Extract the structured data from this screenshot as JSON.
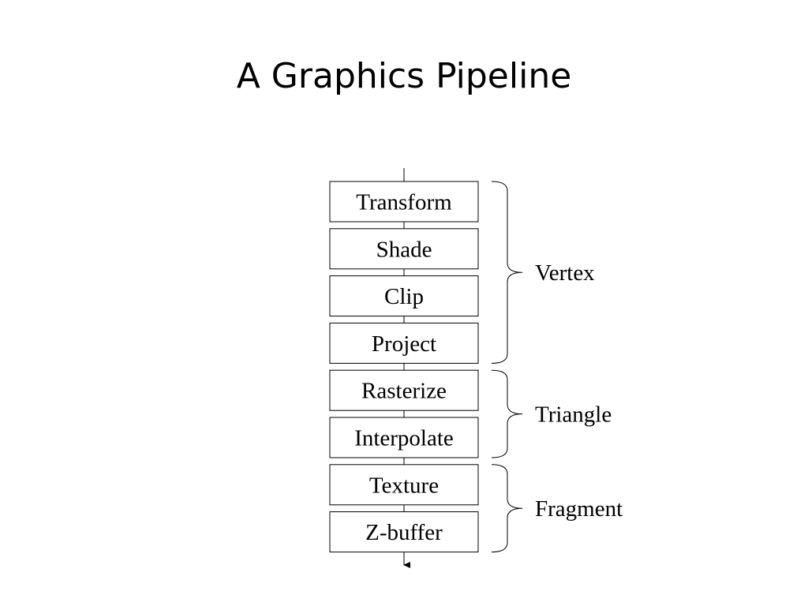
{
  "title": "A Graphics Pipeline",
  "stages": [
    {
      "label": "Transform"
    },
    {
      "label": "Shade"
    },
    {
      "label": "Clip"
    },
    {
      "label": "Project"
    },
    {
      "label": "Rasterize"
    },
    {
      "label": "Interpolate"
    },
    {
      "label": "Texture"
    },
    {
      "label": "Z-buffer"
    }
  ],
  "groups": [
    {
      "label": "Vertex",
      "first_stage": 0,
      "last_stage": 3
    },
    {
      "label": "Triangle",
      "first_stage": 4,
      "last_stage": 5
    },
    {
      "label": "Fragment",
      "first_stage": 6,
      "last_stage": 7
    }
  ]
}
